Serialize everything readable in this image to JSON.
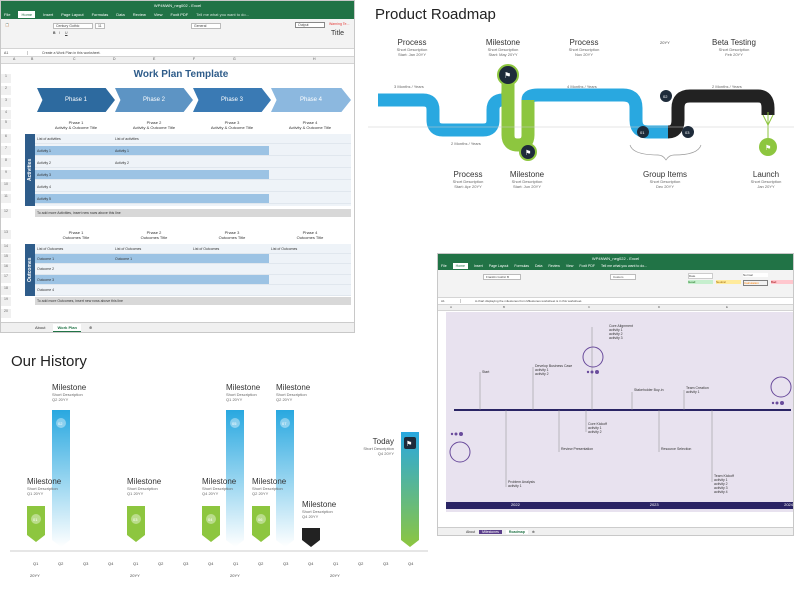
{
  "excel1": {
    "window_title": "WP4NWN_neg002 - Excel",
    "menu": [
      "File",
      "Home",
      "Insert",
      "Page Layout",
      "Formulas",
      "Data",
      "Review",
      "View",
      "Foxit PDF"
    ],
    "active_menu": "Home",
    "tell_me": "Tell me what you want to do...",
    "font_name": "Century Gothic",
    "font_size": "11",
    "number_format": "General",
    "style_output": "Output",
    "style_warning": "Warning Te...",
    "style_title": "Title",
    "name_box": "A1",
    "formula": "Create a Work Plan in this worksheet.",
    "columns": [
      "A",
      "B",
      "C",
      "D",
      "E",
      "F",
      "G",
      "H"
    ],
    "title": "Work Plan Template",
    "phases": [
      "Phase 1",
      "Phase 2",
      "Phase 3",
      "Phase 4"
    ],
    "phase_titles": [
      "Phase 1\nActivity & Outcome Title",
      "Phase 2\nActivity & Outcome Title",
      "Phase 3\nActivity & Outcome Title",
      "Phase 4\nActivity & Outcome Title"
    ],
    "activities_band": "Activities",
    "activities_rows": [
      [
        "List of activities",
        "List of activities",
        "",
        ""
      ],
      [
        "Activity 1",
        "Activity 1",
        "",
        ""
      ],
      [
        "Activity 2",
        "Activity 2",
        "",
        ""
      ],
      [
        "Activity 3",
        "",
        "",
        ""
      ],
      [
        "Activity 4",
        "",
        "",
        ""
      ],
      [
        "Activity 5",
        "",
        "",
        ""
      ]
    ],
    "activities_note": "To add more Activities, insert new rows above this line",
    "outcome_titles": [
      "Phase 1\nOutcomes Title",
      "Phase 2\nOutcomes Title",
      "Phase 3\nOutcomes Title",
      "Phase 4\nOutcomes Title"
    ],
    "outcomes_band": "Outcomes",
    "outcomes_rows": [
      [
        "List of Outcomes",
        "List of Outcomes",
        "List of Outcomes",
        "List of Outcomes"
      ],
      [
        "Outcome 1",
        "Outcome 1",
        "",
        ""
      ],
      [
        "Outcome 2",
        "",
        "",
        ""
      ],
      [
        "Outcome 3",
        "",
        "",
        ""
      ],
      [
        "Outcome 4",
        "",
        "",
        ""
      ]
    ],
    "outcomes_note": "To add more Outcomes, insert new rows above this line",
    "row_numbers": [
      "1",
      "2",
      "3",
      "4",
      "5",
      "6",
      "7",
      "8",
      "9",
      "10",
      "11",
      "12",
      "13",
      "14",
      "15",
      "16",
      "17",
      "18",
      "19",
      "20"
    ],
    "tabs": [
      "About",
      "Work Plan"
    ],
    "active_tab": "Work Plan"
  },
  "roadmap": {
    "title": "Product Roadmap",
    "top_labels": [
      {
        "title": "Process",
        "desc": "Short Description\nStart: Jan 20YY"
      },
      {
        "title": "Milestone",
        "desc": "Short Description\nStart: May 20YY"
      },
      {
        "title": "Process",
        "desc": "Short Description\nNov 20YY"
      },
      {
        "title": "Beta Testing",
        "desc": "Short Description\nFeb 20YY"
      }
    ],
    "duration_labels": [
      "3 Months / Years",
      "2 Months / Years",
      "4 Months / Years",
      "2 Months / Years"
    ],
    "year_label": "20YY",
    "bottom_labels": [
      {
        "title": "Process",
        "desc": "Short Description\nStart: Apr 20YY"
      },
      {
        "title": "Milestone",
        "desc": "Short Description\nStart: Jun 20YY"
      },
      {
        "title": "Group Items",
        "desc": "Short Description\nDec 20YY"
      },
      {
        "title": "Launch",
        "desc": "Short Description\nJan 20YY"
      }
    ],
    "badges": [
      "01",
      "02",
      "03"
    ],
    "colors": {
      "process": "#29a8e0",
      "milestone": "#8dc63f",
      "dark": "#1e2b3a",
      "beta": "#333333"
    }
  },
  "history": {
    "title": "Our History",
    "milestones": [
      {
        "title": "Milestone",
        "desc": "Short Description\nQ1 20YY",
        "badge": "01"
      },
      {
        "title": "Milestone",
        "desc": "Short Description\nQ2 20YY",
        "badge": "02"
      },
      {
        "title": "Milestone",
        "desc": "Short Description\nQ1 20YY",
        "badge": "03"
      },
      {
        "title": "Milestone",
        "desc": "Short Description\nQ4 20YY",
        "badge": "04"
      },
      {
        "title": "Milestone",
        "desc": "Short Description\nQ1 20YY",
        "badge": "05"
      },
      {
        "title": "Milestone",
        "desc": "Short Description\nQ2 20YY",
        "badge": "06"
      },
      {
        "title": "Milestone",
        "desc": "Short Description\nQ2 20YY",
        "badge": "07"
      },
      {
        "title": "Milestone",
        "desc": "Short Description\nQ4 20YY",
        "badge": ""
      },
      {
        "title": "Today",
        "desc": "Short Description\nQ4 20YY",
        "badge": ""
      }
    ],
    "quarters": [
      "Q1",
      "Q2",
      "Q3",
      "Q4",
      "Q1",
      "Q2",
      "Q3",
      "Q4",
      "Q1",
      "Q2",
      "Q3",
      "Q4",
      "Q1",
      "Q2",
      "Q3",
      "Q4"
    ],
    "years": [
      "20YY",
      "20YY",
      "20YY",
      "20YY"
    ]
  },
  "excel2": {
    "window_title": "WP4NWN_neg022 - Excel",
    "menu": [
      "File",
      "Home",
      "Insert",
      "Page Layout",
      "Formulas",
      "Data",
      "Review",
      "View",
      "Foxit PDF"
    ],
    "tell_me": "Tell me what you want to do...",
    "font_name": "Franklin Gothic B",
    "number_format": "Custom",
    "styles": [
      "Date",
      "Normal",
      "Good",
      "Neutral",
      "Calculation",
      "Bad"
    ],
    "name_box": "A1",
    "formula": "A chart displaying the milestones from Milestones worksheet is in this worksheet.",
    "columns": [
      "A",
      "B",
      "C",
      "D",
      "E"
    ],
    "notes": [
      {
        "text": "Start"
      },
      {
        "text": "Develop Business Case\nactivity 1\nactivity 2"
      },
      {
        "text": "Core Alignment\nactivity 1\nactivity 2\nactivity 3"
      },
      {
        "text": "Stakeholder Buy-in"
      },
      {
        "text": "Team Creation\nactivity 1"
      },
      {
        "text": "Core Kickoff\nactivity 1\nactivity 2"
      },
      {
        "text": "Review Presentation"
      },
      {
        "text": "Resource Selection"
      },
      {
        "text": "Problem Analysis\nactivity 1"
      },
      {
        "text": "Team Kickoff\nactivity 1\nactivity 2\nactivity 3\nactivity 4"
      }
    ],
    "years": [
      "2022",
      "2023",
      "2024"
    ],
    "tabs": [
      "About",
      "Milestones",
      "Roadmap"
    ],
    "active_tab": "Roadmap"
  }
}
